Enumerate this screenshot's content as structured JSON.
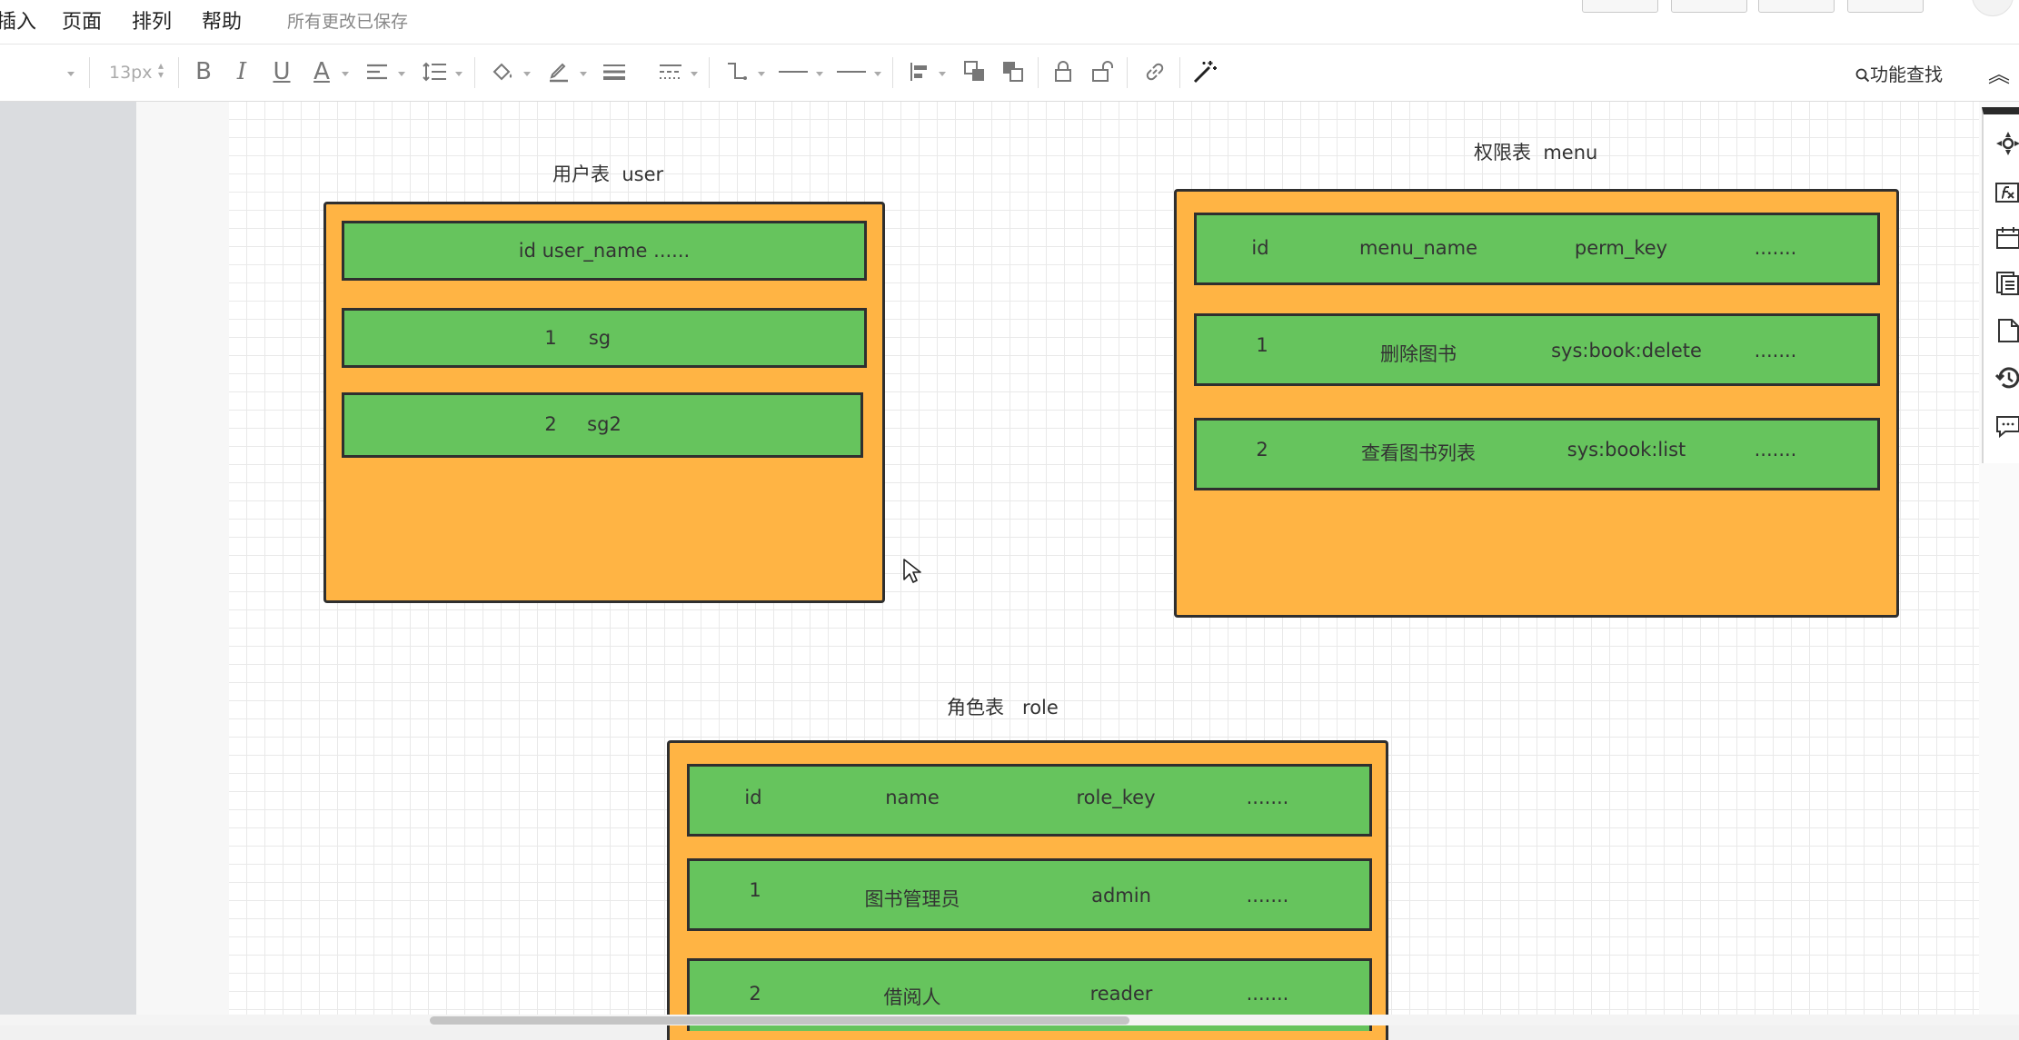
{
  "menu": {
    "items": [
      "插入",
      "页面",
      "排列",
      "帮助"
    ],
    "save_status": "所有更改已保存"
  },
  "toolbar": {
    "font_name": "",
    "font_size": "13px",
    "bold": "B",
    "italic": "I",
    "underline": "U",
    "font_color": "A",
    "search_label": "功能查找",
    "collapse": "︽"
  },
  "tables": {
    "user": {
      "title": "用户表  user",
      "rows": [
        [
          "id user_name ......"
        ],
        [
          "1",
          "sg"
        ],
        [
          "2",
          "sg2"
        ]
      ]
    },
    "menu": {
      "title": "权限表  menu",
      "rows": [
        [
          "id",
          "menu_name",
          "perm_key",
          "......."
        ],
        [
          "1",
          "删除图书",
          "sys:book:delete",
          "......."
        ],
        [
          "2",
          "查看图书列表",
          "sys:book:list",
          "......."
        ]
      ]
    },
    "role": {
      "title": "角色表   role",
      "rows": [
        [
          "id",
          "name",
          "role_key",
          "......."
        ],
        [
          "1",
          "图书管理员",
          "admin",
          "......."
        ],
        [
          "2",
          "借阅人",
          "reader",
          "......."
        ]
      ]
    }
  },
  "colors": {
    "table_fill": "#ffb444",
    "row_fill": "#66c45d",
    "border": "#2f2f2f"
  },
  "icons": {
    "right_panel": [
      "navigate-icon",
      "formula-icon",
      "calendar-icon",
      "pages-icon",
      "page-icon",
      "history-icon",
      "comment-icon"
    ]
  }
}
